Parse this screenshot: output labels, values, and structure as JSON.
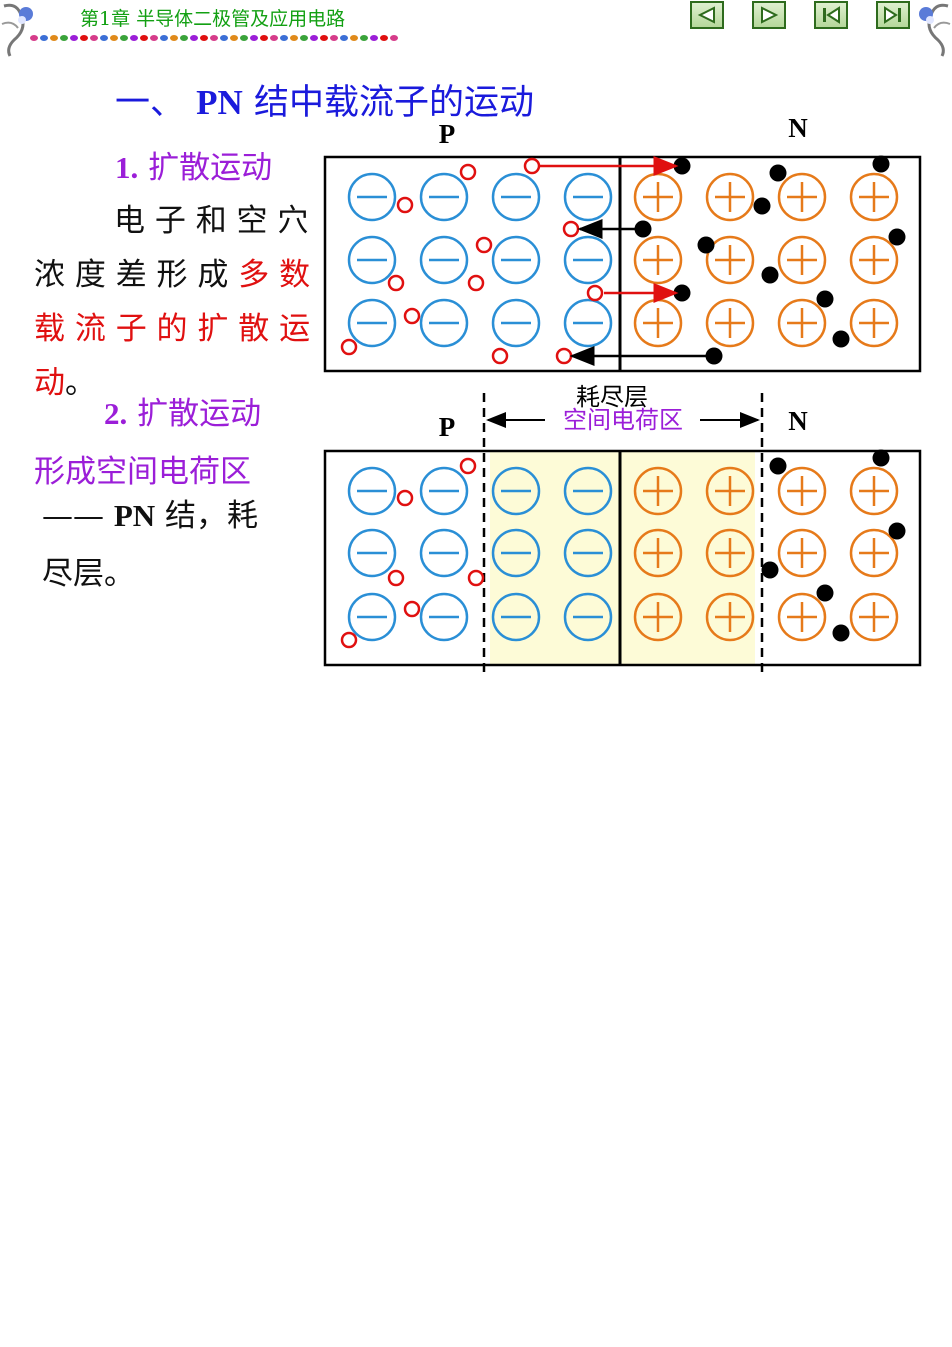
{
  "header": {
    "chapter_title": "第1章  半导体二极管及应用电路"
  },
  "nav": [
    {
      "name": "prev-button",
      "icon": "triangle-left-icon"
    },
    {
      "name": "next-button",
      "icon": "triangle-right-icon"
    },
    {
      "name": "first-button",
      "icon": "skip-first-icon"
    },
    {
      "name": "last-button",
      "icon": "skip-last-icon"
    }
  ],
  "content": {
    "heading_prefix": "一、",
    "heading_bold": "PN",
    "heading_rest": " 结中载流子的运动",
    "sub1_num": "1.",
    "sub1_text": " 扩散运动",
    "para1_line1": "电 子 和 空 穴",
    "para1_line2_black": "浓 度 差 形 成 ",
    "para1_line2_red": "多 数",
    "para1_line3_red": "载 流 子 的 扩 散 运",
    "para1_line4_red": "动",
    "para1_line4_end": "。",
    "sub2_num": "2.",
    "sub2_text": " 扩散运动",
    "sub2_line2": "形成空间电荷区",
    "dash_text": "——",
    "pn_bold": "PN",
    "pn_rest": " 结，耗",
    "last_line": "尽层。"
  },
  "diagram": {
    "top_label_p": "P",
    "top_label_n": "N",
    "bottom_label_p": "P",
    "bottom_label_n": "N",
    "depletion_label": "耗尽层",
    "space_charge_label": "空间电荷区",
    "minus_sign": "−",
    "plus_sign": "+",
    "colors": {
      "acceptor": "#2a8fd6",
      "donor": "#e67a1a",
      "hole": "#e01010",
      "electron": "#000000",
      "depletion_fill": "#fdfbd7",
      "space_charge_text": "#9b1ed8"
    }
  }
}
